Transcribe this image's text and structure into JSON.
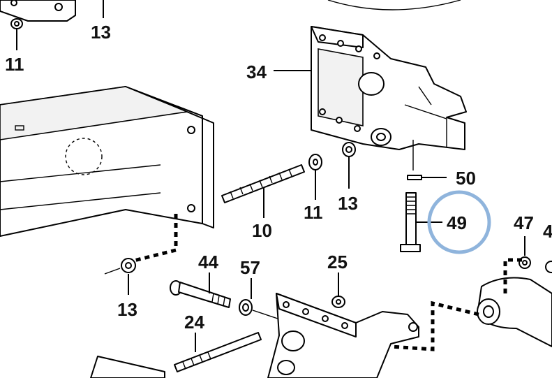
{
  "diagram": {
    "highlight_color": "#8fb4dc",
    "line_color": "#000000",
    "callouts": {
      "c13_top": "13",
      "c11_top": "11",
      "c34": "34",
      "c50": "50",
      "c49": "49",
      "c10": "10",
      "c11_mid": "11",
      "c13_mid": "13",
      "c47": "47",
      "c44": "44",
      "c57": "57",
      "c25": "25",
      "c13_low": "13",
      "c24": "24",
      "c4_partial": "4"
    },
    "highlighted_callout": "49"
  }
}
